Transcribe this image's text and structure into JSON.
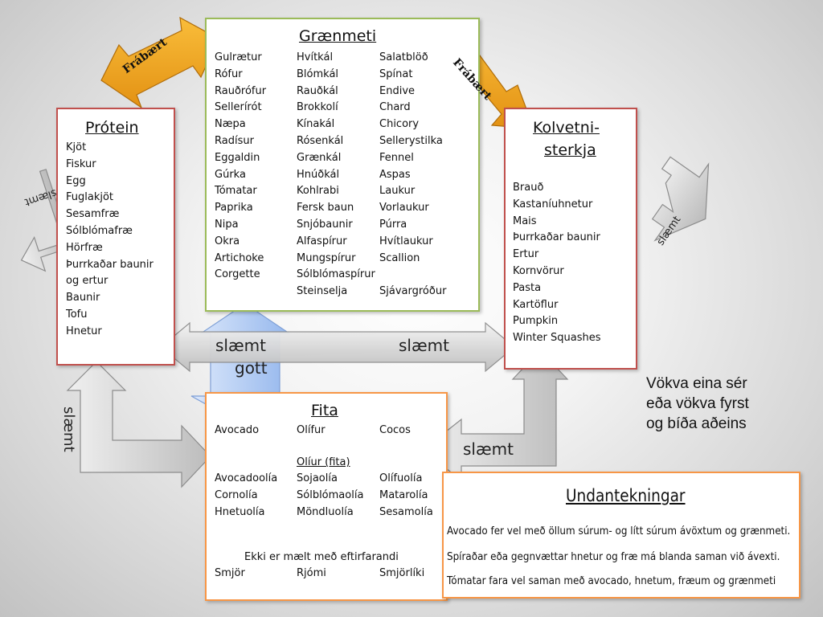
{
  "groenmeti": {
    "title": "Grænmeti",
    "col1": [
      "Gulrætur",
      "Rófur",
      "Rauðrófur",
      "Sellerírót",
      "Næpa",
      "Radísur",
      "Eggaldin",
      "Gúrka",
      "Tómatar",
      "Paprika",
      "Nipa",
      "Okra",
      "Artichoke",
      "Corgette"
    ],
    "col2": [
      "Hvítkál",
      "Blómkál",
      "Rauðkál",
      "Brokkolí",
      "Kínakál",
      "Rósenkál",
      "Grænkál",
      "Hnúðkál",
      "Kohlrabi",
      "Fersk baun",
      "Snjóbaunir",
      "Alfaspírur",
      "Mungspírur",
      "Sólblómaspírur",
      "Steinselja"
    ],
    "col3": [
      "Salatblöð",
      "Spínat",
      "Endive",
      "Chard",
      "Chicory",
      "Sellerystilka",
      "Fennel",
      "Aspas",
      "Laukur",
      "Vorlaukur",
      "Púrra",
      "Hvítlaukur",
      "Scallion",
      "Sjávargróður"
    ]
  },
  "protein": {
    "title": "Prótein",
    "items": [
      "Kjöt",
      "Fiskur",
      "Egg",
      "Fuglakjöt",
      "Sesamfræ",
      "Sólblómafræ",
      "Hörfræ",
      "Þurrkaðar baunir",
      "og ertur",
      "Baunir",
      "Tofu",
      "Hnetur"
    ]
  },
  "kolvetni": {
    "title_line1": "Kolvetni-",
    "title_line2": "sterkja",
    "items": [
      "Brauð",
      "Kastaníuhnetur",
      "Mais",
      "Þurrkaðar baunir",
      "Ertur",
      "Kornvörur",
      "Pasta",
      "Kartöflur",
      "Pumpkin",
      "Winter Squashes"
    ]
  },
  "fita": {
    "title": "Fita",
    "row1": [
      "Avocado",
      "Olífur",
      "Cocos"
    ],
    "oils_heading": "Olíur (fita)",
    "oils_col1": [
      "Avocadoolía",
      "Cornolía",
      "Hnetuolía"
    ],
    "oils_col2": [
      "Sojaolía",
      "Sólblómaolía",
      "Möndluolía"
    ],
    "oils_col3": [
      "Olífuolía",
      "Matarolía",
      "Sesamolía"
    ],
    "note": "Ekki er mælt með eftirfarandi",
    "not_recommended": [
      "Smjör",
      "Rjómi",
      "Smjörlíki"
    ]
  },
  "undantekningar": {
    "title": "Undantekningar",
    "lines": [
      "Avocado fer vel með öllum súrum- og lítt súrum ávöxtum og grænmeti.",
      "Spíraðar eða gegnvættar hnetur  og fræ má blanda saman við ávexti.",
      "Tómatar fara vel saman með avocado, hnetum, fræum og grænmeti"
    ]
  },
  "vokva": [
    "Vökva eina sér",
    "eða vökva fyrst",
    "og bíða aðeins"
  ],
  "labels": {
    "fraebaert_left": "Frábært",
    "fraebaert_right": "Frábært",
    "slaemt_h_left": "slæmt",
    "slaemt_h_right": "slæmt",
    "gott": "gott",
    "slaemt_left_vertical": "slæmt",
    "slaemt_left_small": "slæmt",
    "slaemt_right_small": "slæmt",
    "slaemt_bottom_right": "slæmt"
  },
  "colors": {
    "green_border": "#9bbb59",
    "red_border": "#c0504d",
    "orange_border": "#f79646",
    "gold_arrow": "#f0a020",
    "blue_arrow": "#a9c6f2",
    "gray_arrow": "#d9d9d9"
  }
}
